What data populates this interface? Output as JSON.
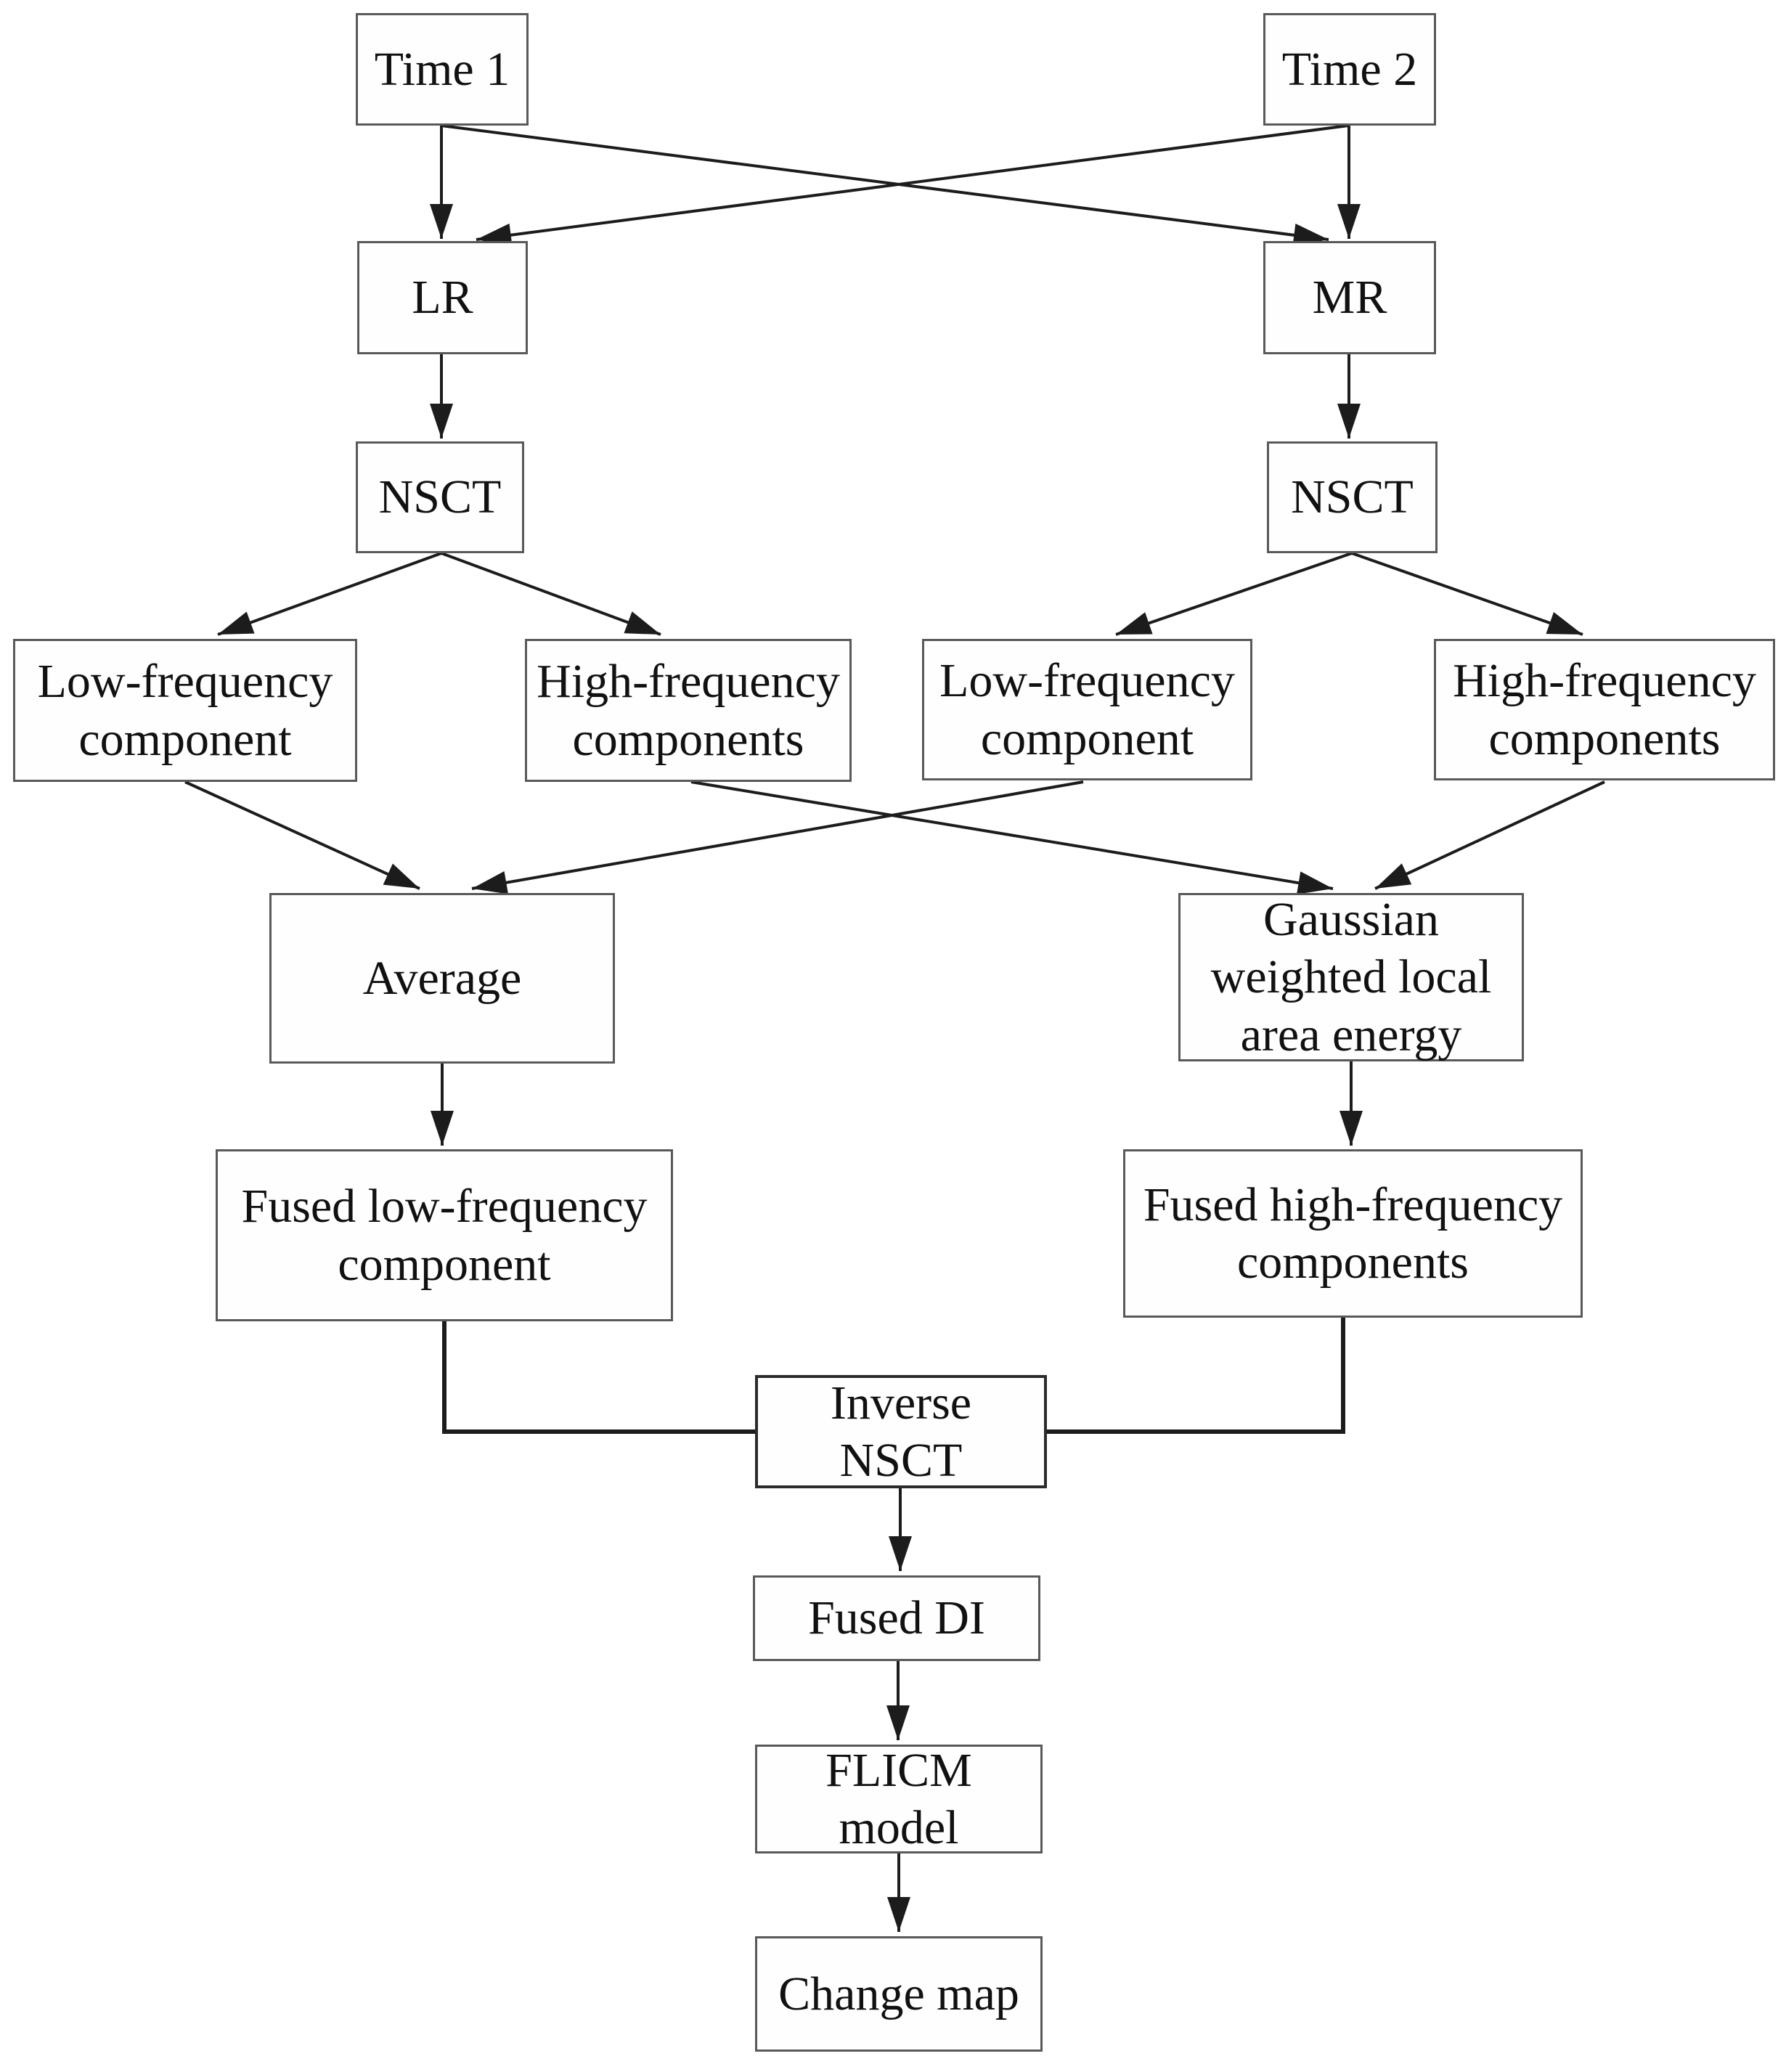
{
  "diagram": {
    "title": "NSCT-based image fusion and change detection flowchart",
    "colors": {
      "background": "#ffffff",
      "box_border": "#595959",
      "line": "#1c1c1c",
      "text": "#111111"
    },
    "nodes": {
      "time1": {
        "label": "Time 1"
      },
      "time2": {
        "label": "Time 2"
      },
      "lr": {
        "label": "LR"
      },
      "mr": {
        "label": "MR"
      },
      "nsct_left": {
        "label": "NSCT"
      },
      "nsct_right": {
        "label": "NSCT"
      },
      "low_left": {
        "label": "Low-frequency component"
      },
      "high_left": {
        "label": "High-frequency components"
      },
      "low_right": {
        "label": "Low-frequency component"
      },
      "high_right": {
        "label": "High-frequency components"
      },
      "average": {
        "label": "Average"
      },
      "gaussian": {
        "label": "Gaussian weighted local area energy"
      },
      "fused_low": {
        "label": "Fused low-frequency component"
      },
      "fused_high": {
        "label": "Fused high-frequency components"
      },
      "inverse_nsct": {
        "label": "Inverse NSCT"
      },
      "fused_di": {
        "label": "Fused DI"
      },
      "flicm": {
        "label": "FLICM model"
      },
      "change_map": {
        "label": "Change map"
      }
    },
    "edges": [
      {
        "from": "time1",
        "to": "lr",
        "arrow": true
      },
      {
        "from": "time1",
        "to": "mr",
        "arrow": true
      },
      {
        "from": "time2",
        "to": "mr",
        "arrow": true
      },
      {
        "from": "time2",
        "to": "lr",
        "arrow": true
      },
      {
        "from": "lr",
        "to": "nsct_left",
        "arrow": true
      },
      {
        "from": "mr",
        "to": "nsct_right",
        "arrow": true
      },
      {
        "from": "nsct_left",
        "to": "low_left",
        "arrow": true
      },
      {
        "from": "nsct_left",
        "to": "high_left",
        "arrow": true
      },
      {
        "from": "nsct_right",
        "to": "low_right",
        "arrow": true
      },
      {
        "from": "nsct_right",
        "to": "high_right",
        "arrow": true
      },
      {
        "from": "low_left",
        "to": "average",
        "arrow": true
      },
      {
        "from": "low_right",
        "to": "average",
        "arrow": true
      },
      {
        "from": "high_left",
        "to": "gaussian",
        "arrow": true
      },
      {
        "from": "high_right",
        "to": "gaussian",
        "arrow": true
      },
      {
        "from": "average",
        "to": "fused_low",
        "arrow": true
      },
      {
        "from": "gaussian",
        "to": "fused_high",
        "arrow": true
      },
      {
        "from": "fused_low",
        "to": "inverse_nsct",
        "arrow": false
      },
      {
        "from": "fused_high",
        "to": "inverse_nsct",
        "arrow": false
      },
      {
        "from": "inverse_nsct",
        "to": "fused_di",
        "arrow": true
      },
      {
        "from": "fused_di",
        "to": "flicm",
        "arrow": true
      },
      {
        "from": "flicm",
        "to": "change_map",
        "arrow": true
      }
    ]
  }
}
